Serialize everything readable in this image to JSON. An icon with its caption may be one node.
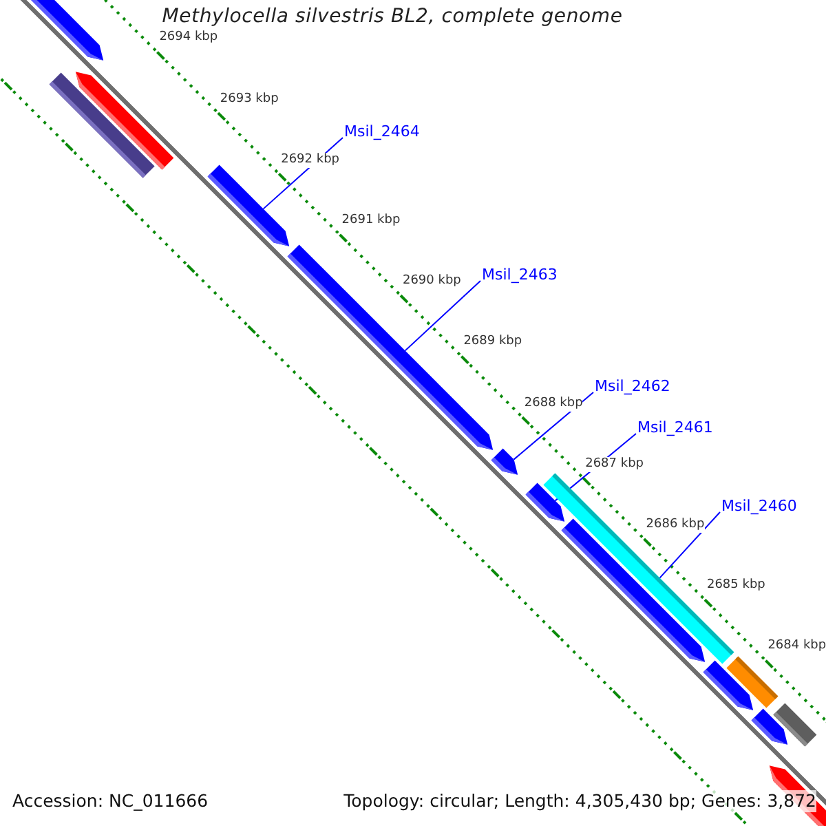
{
  "diagram": {
    "title": "Methylocella silvestris BL2, complete genome",
    "nodes": [
      {
        "text": [],
        "shape": "arrow"
      },
      {
        "text": [],
        "shape": "bar"
      },
      {
        "text": [],
        "shape": "arrow"
      },
      {
        "text": [],
        "shape": "arrow"
      },
      {
        "text": [],
        "shape": "arrow"
      },
      {
        "text": [],
        "shape": "arrow"
      },
      {
        "text": [],
        "shape": "bar"
      },
      {
        "text": [],
        "shape": "arrow"
      },
      {
        "text": [],
        "shape": "arrow"
      },
      {
        "text": [],
        "shape": "arrow"
      },
      {
        "text": [],
        "shape": "bar"
      },
      {
        "text": [],
        "shape": "arrow"
      },
      {
        "text": [],
        "shape": "bar"
      },
      {
        "text": [],
        "shape": "arrow"
      },
      {
        "text": [
          "Msil_2464"
        ]
      },
      {
        "text": [
          "Msil_2463"
        ]
      },
      {
        "text": [
          "Msil_2462"
        ]
      },
      {
        "text": [
          "Msil_2461"
        ]
      },
      {
        "text": [
          "Msil_2460"
        ]
      }
    ],
    "edges": [
      {
        "from": 14,
        "to": 3,
        "arrow": "none"
      },
      {
        "from": 15,
        "to": 4,
        "arrow": "none"
      },
      {
        "from": 16,
        "to": 5,
        "arrow": "none"
      },
      {
        "from": 17,
        "to": 7,
        "arrow": "none"
      },
      {
        "from": 18,
        "to": 6,
        "arrow": "none"
      }
    ],
    "labels": [
      "2694 kbp",
      "2693 kbp",
      "2692 kbp",
      "2691 kbp",
      "2690 kbp",
      "2689 kbp",
      "2688 kbp",
      "2687 kbp",
      "2686 kbp",
      "2685 kbp",
      "2684 kbp",
      "Accession: NC_011666",
      "Topology: circular; Length: 4,305,430 bp; Genes: 3,872"
    ]
  }
}
